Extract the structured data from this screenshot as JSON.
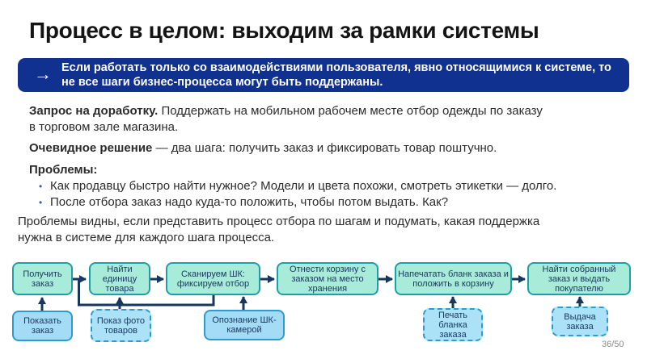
{
  "slide": {
    "title": "Процесс в целом: выходим за рамки системы",
    "page_number": "36/50"
  },
  "callout": {
    "icon": "→",
    "text": "Если работать только со взаимодействиями пользователя, явно относящимися к системе, то не все шаги бизнес-процесса могут быть поддержаны."
  },
  "body": {
    "bullet_icon": "•",
    "request_label": "Запрос на доработку.",
    "request_text": "Поддержать на мобильном рабочем месте отбор одежды по заказу в торговом зале магазина.",
    "solution_label": "Очевидное решение",
    "solution_text": "— два шага: получить заказ и фиксировать товар поштучно.",
    "problems_label": "Проблемы:",
    "problems": [
      "Как продавцу быстро найти нужное? Модели и цвета похожи, смотреть этикетки — долго.",
      "После отбора заказ надо куда-то положить, чтобы потом выдать. Как?"
    ],
    "conclusion": "Проблемы видны, если представить процесс отбора по шагам и подумать, какая поддержка нужна в системе для каждого шага процесса."
  },
  "flowchart": {
    "process_steps": [
      {
        "label": "Получить заказ"
      },
      {
        "label": "Найти единицу товара"
      },
      {
        "label": "Сканируем ШК: фиксируем отбор"
      },
      {
        "label": "Отнести корзину с заказом на место хранения"
      },
      {
        "label": "Напечатать бланк заказа и положить в корзину"
      },
      {
        "label": "Найти собранный заказ и выдать покупателю"
      }
    ],
    "support_steps": [
      {
        "label": "Показать заказ",
        "style": "solid"
      },
      {
        "label": "Показ фото товаров",
        "style": "dashed"
      },
      {
        "label": "Опознание ШК-камерой",
        "style": "solid"
      },
      {
        "label": "Печать бланка заказа",
        "style": "dashed"
      },
      {
        "label": "Выдача заказа",
        "style": "dashed"
      }
    ]
  },
  "colors": {
    "callout_bg": "#10318F",
    "process_box_fill": "#A9EBD9",
    "process_box_border": "#1E9FA5",
    "support_box_fill": "#A5DCF5",
    "support_box_border": "#2E9BD0",
    "connector": "#17375E"
  }
}
